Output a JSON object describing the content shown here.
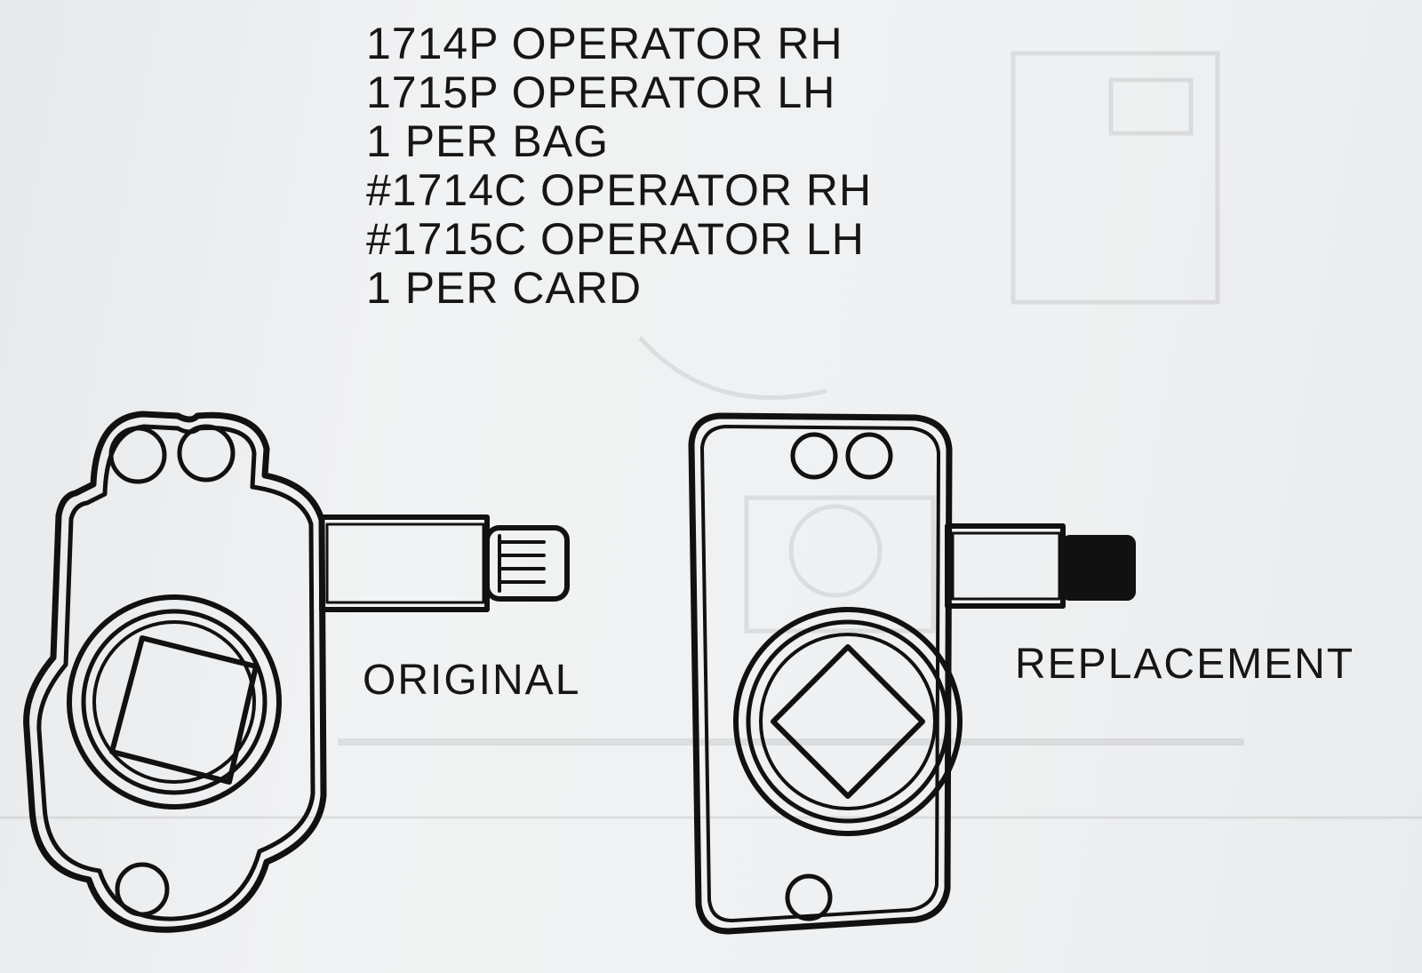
{
  "header": {
    "lines": [
      "1714P OPERATOR RH",
      "1715P OPERATOR LH",
      "1 PER BAG",
      "#1714C OPERATOR RH",
      "#1715C OPERATOR LH",
      "1 PER CARD"
    ]
  },
  "parts": {
    "original_label": "ORIGINAL",
    "replacement_label": "REPLACEMENT"
  },
  "colors": {
    "ink": "#111111",
    "paper": "#eceef0"
  }
}
